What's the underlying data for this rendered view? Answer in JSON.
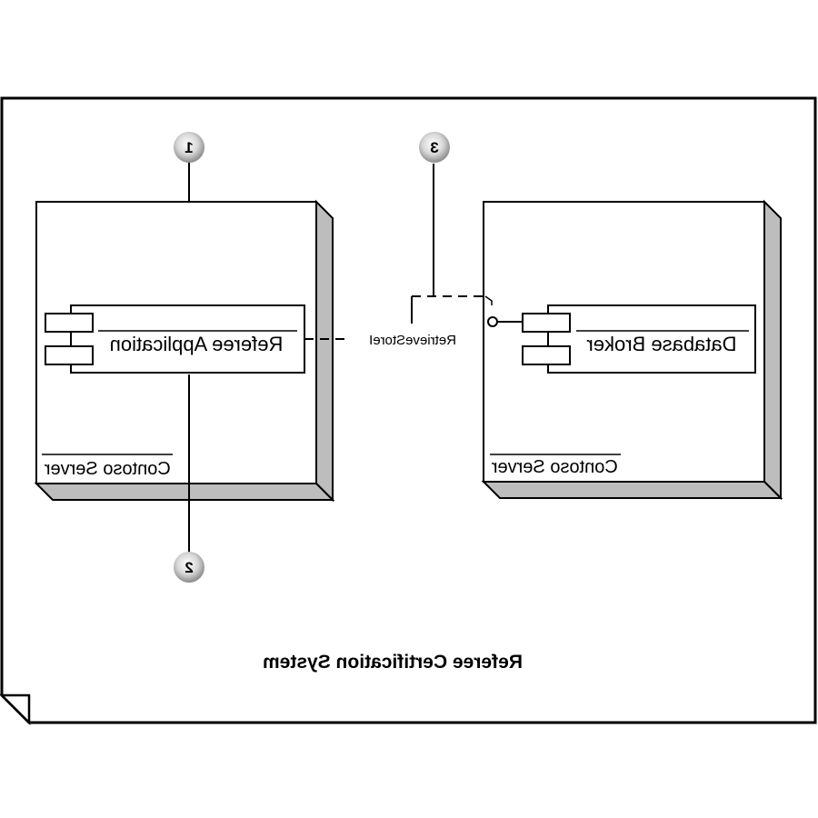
{
  "diagram": {
    "title": "Referee Certification System",
    "left_node": {
      "label": "Contoso Server",
      "component": "Referee Application"
    },
    "right_node": {
      "label": "Contoso Server",
      "component": "Database Broker"
    },
    "interface": {
      "label": "RetrieveStoreI"
    },
    "callouts": [
      "1",
      "2",
      "3"
    ]
  }
}
